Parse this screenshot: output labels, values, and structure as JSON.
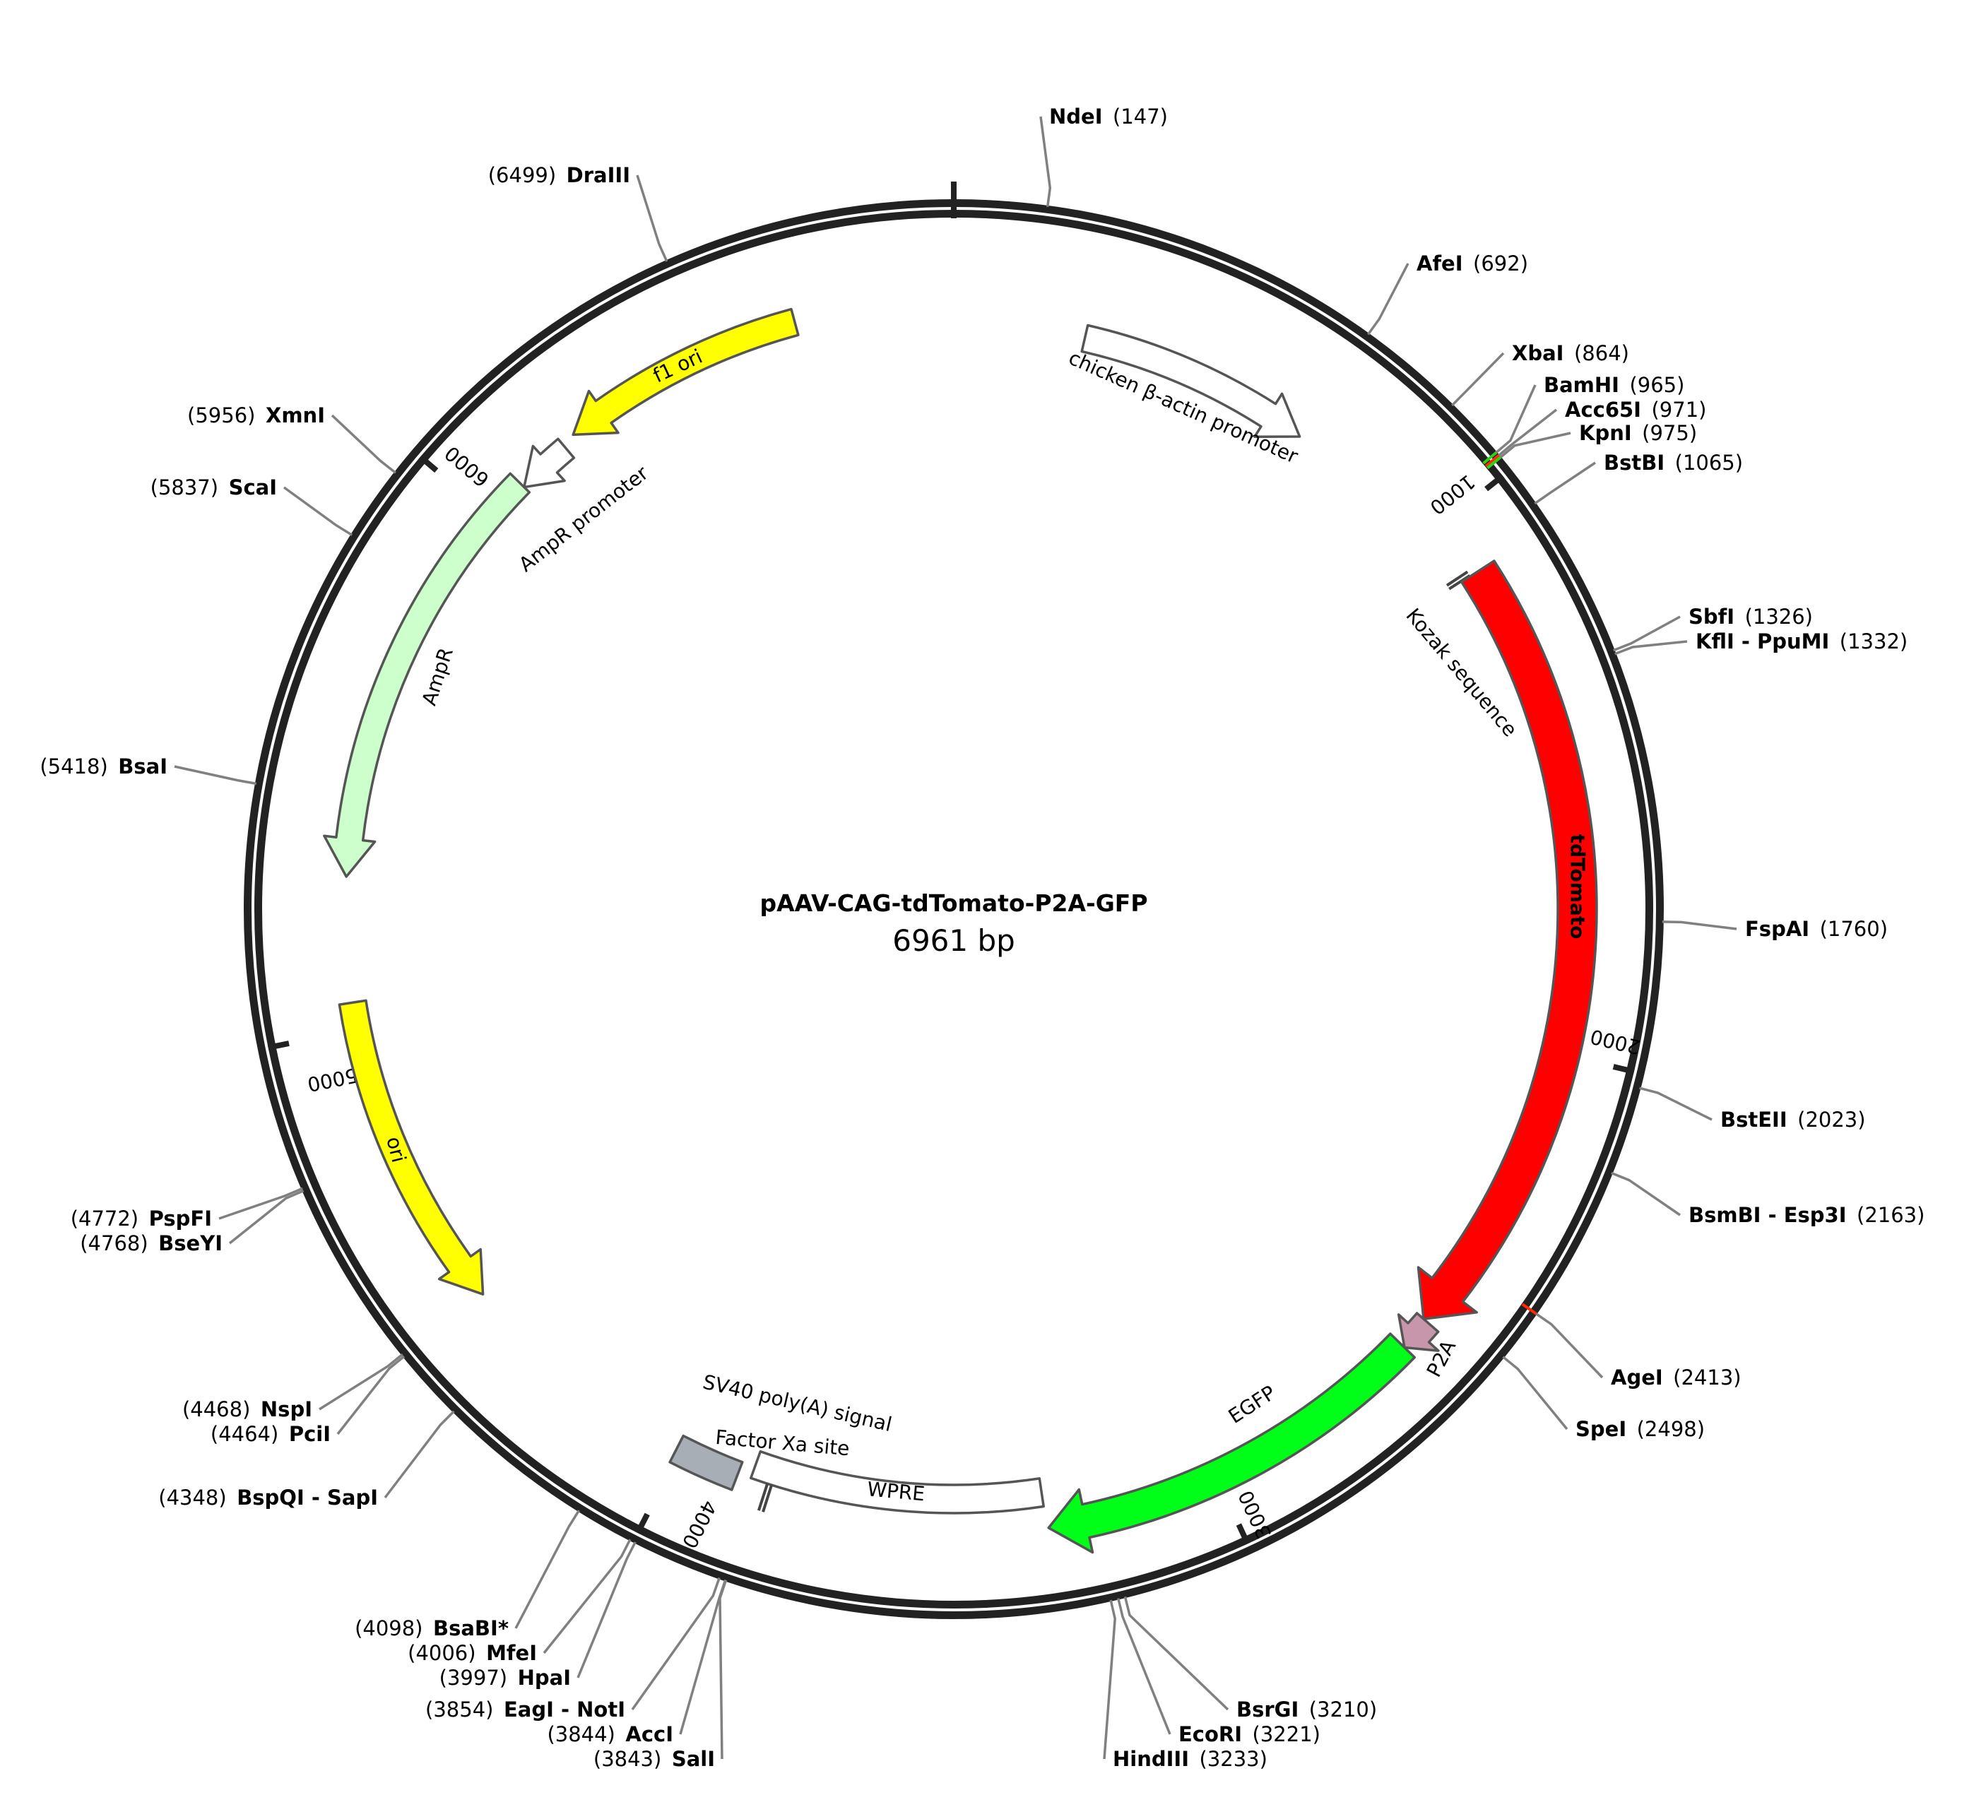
{
  "plasmid": {
    "name": "pAAV-CAG-tdTomato-P2A-GFP",
    "length_label": "6961 bp",
    "length": 6961
  },
  "ticks": [
    {
      "pos": 0,
      "label": ""
    },
    {
      "pos": 1000,
      "label": "1000"
    },
    {
      "pos": 2000,
      "label": "2000"
    },
    {
      "pos": 3000,
      "label": "3000"
    },
    {
      "pos": 4000,
      "label": "4000"
    },
    {
      "pos": 5000,
      "label": "5000"
    },
    {
      "pos": 6000,
      "label": "6000"
    }
  ],
  "features": [
    {
      "id": "cba",
      "label": "chicken β-actin promoter",
      "start": 250,
      "end": 700,
      "direction": "forward",
      "color": "#ffffff"
    },
    {
      "id": "kozak",
      "label": "Kozak sequence",
      "start": 1096,
      "end": 1105,
      "direction": "none",
      "color": "#ffffff"
    },
    {
      "id": "tdtomato",
      "label": "tdTomato",
      "start": 1106,
      "end": 2535,
      "direction": "forward",
      "color": "#ff0000"
    },
    {
      "id": "p2a",
      "label": "P2A",
      "start": 2535,
      "end": 2595,
      "direction": "forward",
      "color": "#c896aa"
    },
    {
      "id": "egfp",
      "label": "EGFP",
      "start": 2595,
      "end": 3312,
      "direction": "forward",
      "color": "#00ff18"
    },
    {
      "id": "wpre",
      "label": "WPRE",
      "start": 3315,
      "end": 3860,
      "direction": "none",
      "color": "#ffffff"
    },
    {
      "id": "factorxa",
      "label": "Factor Xa site",
      "start": 3818,
      "end": 3830,
      "direction": "none",
      "color": "#ffffff"
    },
    {
      "id": "sv40pa",
      "label": "SV40 poly(A) signal",
      "start": 3885,
      "end": 4006,
      "direction": "none",
      "color": "#a8aeb5"
    },
    {
      "id": "ori",
      "label": "ori",
      "start": 4461,
      "end": 5050,
      "direction": "reverse",
      "color": "#ffff00"
    },
    {
      "id": "ampr",
      "label": "AmpR",
      "start": 5280,
      "end": 6081,
      "direction": "reverse",
      "color": "#ccffcc"
    },
    {
      "id": "amprpromoter",
      "label": "AmpR promoter",
      "start": 6081,
      "end": 6186,
      "direction": "reverse",
      "color": "#ffffff"
    },
    {
      "id": "f1ori",
      "label": "f1 ori",
      "start": 6212,
      "end": 6668,
      "direction": "reverse",
      "color": "#ffff00"
    }
  ],
  "sites": [
    {
      "name": "NdeI",
      "position": "(147)"
    },
    {
      "name": "AfeI",
      "position": "(692)"
    },
    {
      "name": "XbaI",
      "position": "(864)"
    },
    {
      "name": "BamHI",
      "position": "(965)"
    },
    {
      "name": "Acc65I",
      "position": "(971)"
    },
    {
      "name": "KpnI",
      "position": "(975)"
    },
    {
      "name": "BstBI",
      "position": "(1065)"
    },
    {
      "name": "SbfI",
      "position": "(1326)"
    },
    {
      "name": "KflI - PpuMI",
      "position": "(1332)"
    },
    {
      "name": "FspAI",
      "position": "(1760)"
    },
    {
      "name": "BstEII",
      "position": "(2023)"
    },
    {
      "name": "BsmBI - Esp3I",
      "position": "(2163)"
    },
    {
      "name": "AgeI",
      "position": "(2413)"
    },
    {
      "name": "SpeI",
      "position": "(2498)"
    },
    {
      "name": "BsrGI",
      "position": "(3210)"
    },
    {
      "name": "EcoRI",
      "position": "(3221)"
    },
    {
      "name": "HindIII",
      "position": "(3233)"
    },
    {
      "name": "SalI",
      "position": "(3843)"
    },
    {
      "name": "AccI",
      "position": "(3844)"
    },
    {
      "name": "EagI - NotI",
      "position": "(3854)"
    },
    {
      "name": "HpaI",
      "position": "(3997)"
    },
    {
      "name": "MfeI",
      "position": "(4006)"
    },
    {
      "name": "BsaBI*",
      "position": "(4098)"
    },
    {
      "name": "BspQI - SapI",
      "position": "(4348)"
    },
    {
      "name": "PciI",
      "position": "(4464)"
    },
    {
      "name": "NspI",
      "position": "(4468)"
    },
    {
      "name": "BseYI",
      "position": "(4768)"
    },
    {
      "name": "PspFI",
      "position": "(4772)"
    },
    {
      "name": "BsaI",
      "position": "(5418)"
    },
    {
      "name": "ScaI",
      "position": "(5837)"
    },
    {
      "name": "XmnI",
      "position": "(5956)"
    },
    {
      "name": "DraIII",
      "position": "(6499)"
    }
  ],
  "colors": {
    "backbone": "#222222",
    "leader": "#808080",
    "site_mark_red": "#ff2a00",
    "site_mark_green": "#2bd21a"
  }
}
